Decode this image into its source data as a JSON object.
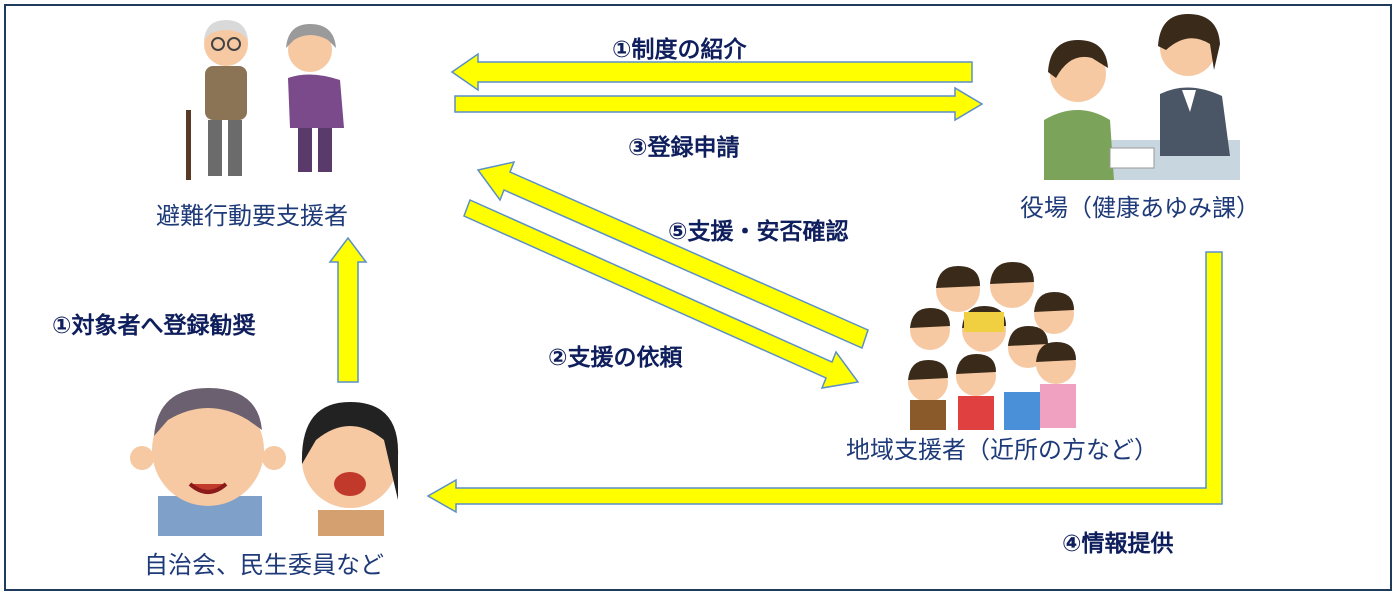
{
  "colors": {
    "arrow_fill": "#ffff00",
    "arrow_stroke": "#5b8fc7",
    "frame_border": "#1f3b5c",
    "actor_text": "#1e3a78",
    "step_text": "#0f1e5c"
  },
  "actors": {
    "evacuee": "避難行動要支援者",
    "town_office": "役場（健康あゆみ課）",
    "local_supporters": "地域支援者（近所の方など）",
    "neighborhood": "自治会、民生委員など"
  },
  "steps": {
    "intro_system": "①制度の紹介",
    "encourage_registration": "①対象者へ登録勧奨",
    "support_request": "②支援の依頼",
    "registration_application": "③登録申請",
    "info_provision": "④情報提供",
    "support_safety_check": "⑤支援・安否確認"
  },
  "illustrations": {
    "evacuee": "elderly-couple-icon",
    "town_office": "office-consultation-icon",
    "local_supporters": "crowd-of-people-icon",
    "neighborhood": "two-smiling-people-icon"
  }
}
